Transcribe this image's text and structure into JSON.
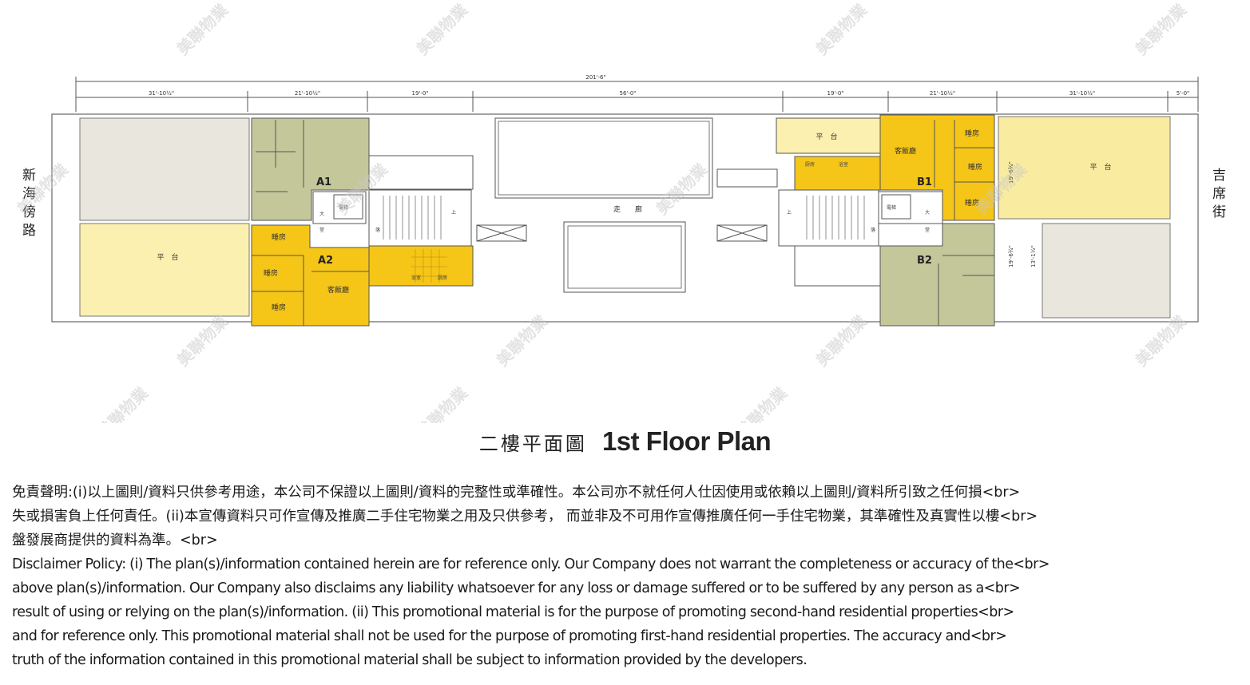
{
  "plan": {
    "dimensions": {
      "overall": "201'-6\"",
      "segments": [
        "31'-10½\"",
        "21'-10½\"",
        "19'-0\"",
        "56'-0\"",
        "19'-0\"",
        "21'-10½\"",
        "31'-10½\"",
        "5'-0\""
      ],
      "side_right": [
        "19'-6¾\"",
        "19'-6¾\"",
        "13'-1½\""
      ]
    },
    "roads": {
      "left": "新海傍路",
      "right": "吉席街"
    },
    "labels": {
      "terrace": "平　台",
      "bedroom": "睡房",
      "living_dining": "客飯廳",
      "corridor": "走　　廊",
      "lobby": "大\n堂",
      "kitchen": "厨房",
      "bath": "浴室",
      "lift": "電梯",
      "up": "上",
      "down": "落"
    },
    "units": {
      "a1": "A1",
      "a2": "A2",
      "b1": "B1",
      "b2": "B2"
    },
    "colors": {
      "green": "#c3c79a",
      "yellow": "#f5c518",
      "pale_yellow": "#f9eba0",
      "terrace_pale": "#fbf0b0",
      "gray": "#e9e7dd"
    }
  },
  "watermark": "美聯物業",
  "title": {
    "zh": "二樓平面圖",
    "en": "1st Floor Plan"
  },
  "disclaimer": {
    "zh_lines": [
      "免責聲明:(i)以上圖則/資料只供參考用途，本公司不保證以上圖則/資料的完整性或準確性。本公司亦不就任何人仕因使用或依賴以上圖則/資料所引致之任何損<br>",
      "失或損害負上任何責任。(ii)本宣傳資料只可作宣傳及推廣二手住宅物業之用及只供參考， 而並非及不可用作宣傳推廣任何一手住宅物業，其準確性及真實性以樓<br>",
      "盤發展商提供的資料為準。<br>"
    ],
    "en_lines": [
      "Disclaimer Policy: (i) The plan(s)/information contained herein are for reference only. Our Company does not warrant the completeness or accuracy of the<br>",
      "above plan(s)/information. Our Company also disclaims any liability whatsoever for any loss or damage suffered or to be suffered by any person as a<br>",
      "result of using or relying on the plan(s)/information. (ii) This promotional material is for the purpose of promoting second-hand residential properties<br>",
      "and for reference only. This promotional material shall not be used for the purpose of promoting first-hand residential properties. The accuracy and<br>",
      "truth of the information contained in this promotional material shall be subject to information provided by the developers."
    ]
  }
}
